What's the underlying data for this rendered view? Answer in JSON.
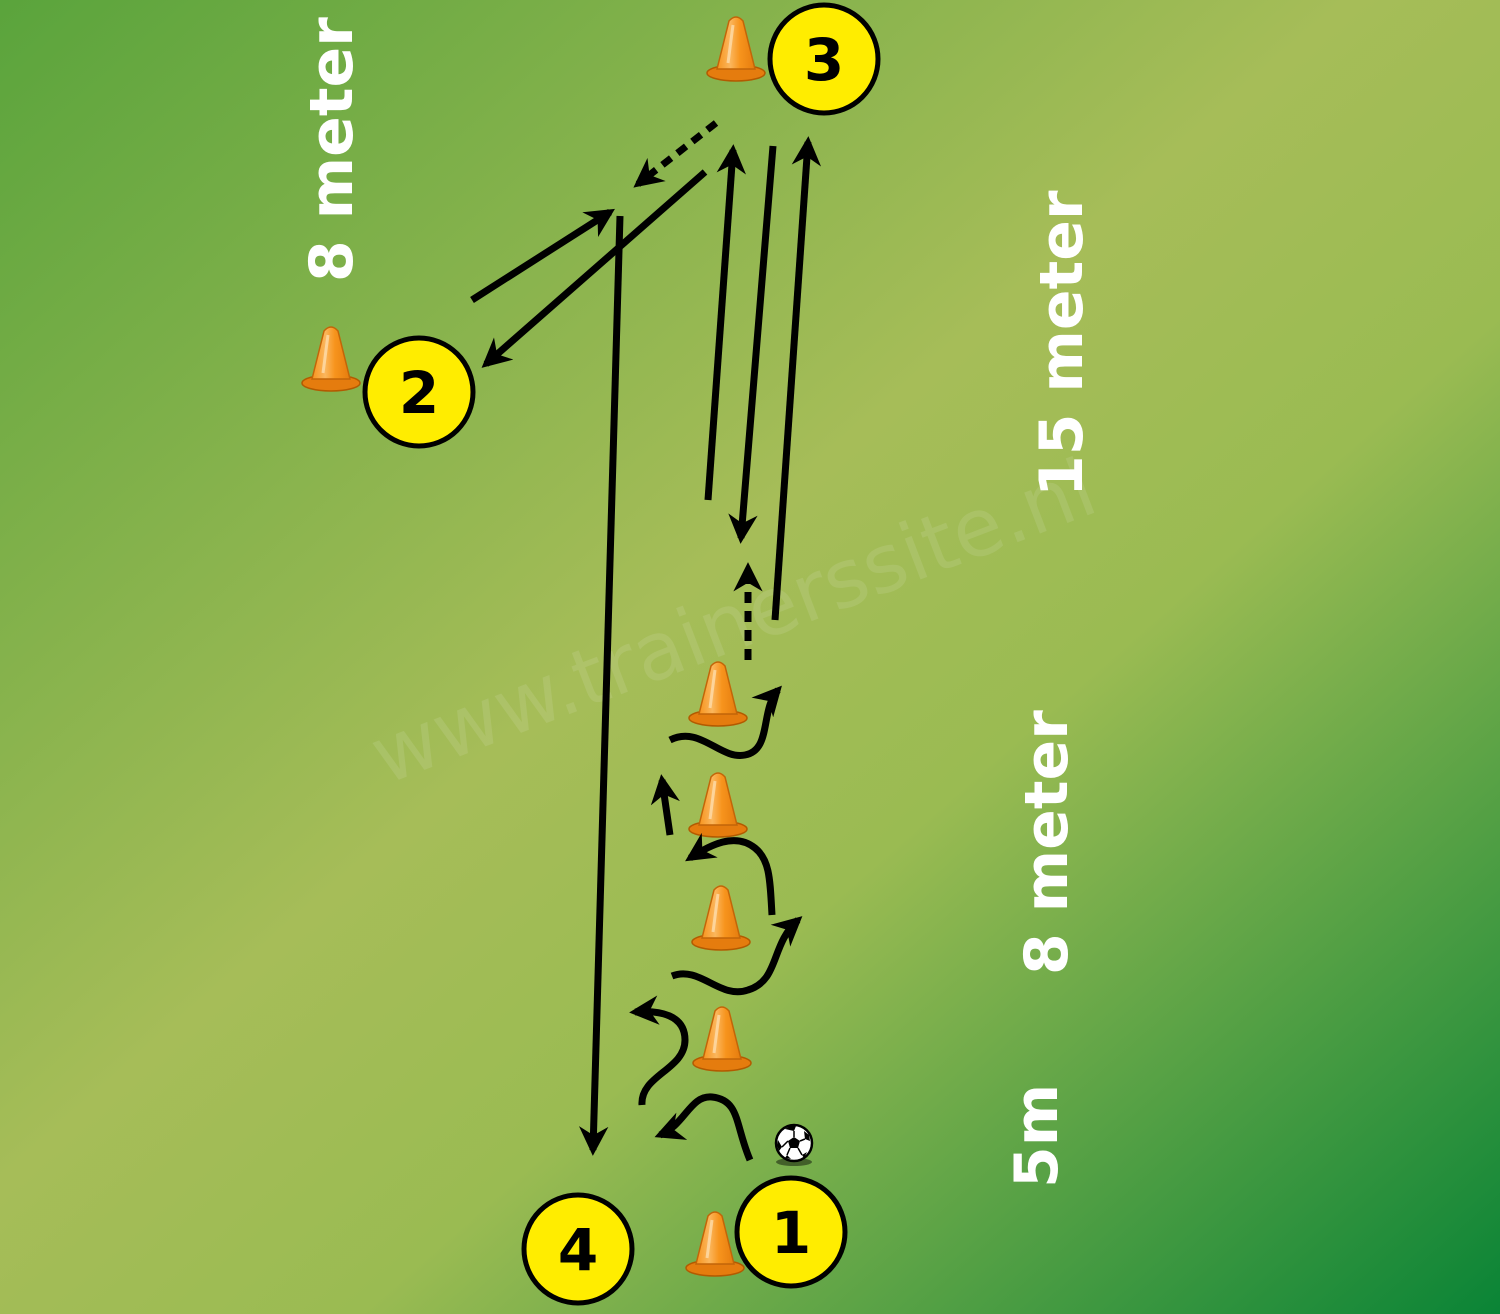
{
  "watermark": "www.trainerssite.nl",
  "distance_labels": {
    "top_left": "8 meter",
    "right_upper": "15 meter",
    "right_middle": "8 meter",
    "right_lower": "5m"
  },
  "players": {
    "p1": "1",
    "p2": "2",
    "p3": "3",
    "p4": "4"
  },
  "colors": {
    "field_light": "#a6bd58",
    "field_dark_left": "#5aa43c",
    "field_dark_right": "#0a8436",
    "player_fill": "#ffed00",
    "cone": "#f7941d",
    "line": "#000000",
    "label": "#ffffff"
  }
}
